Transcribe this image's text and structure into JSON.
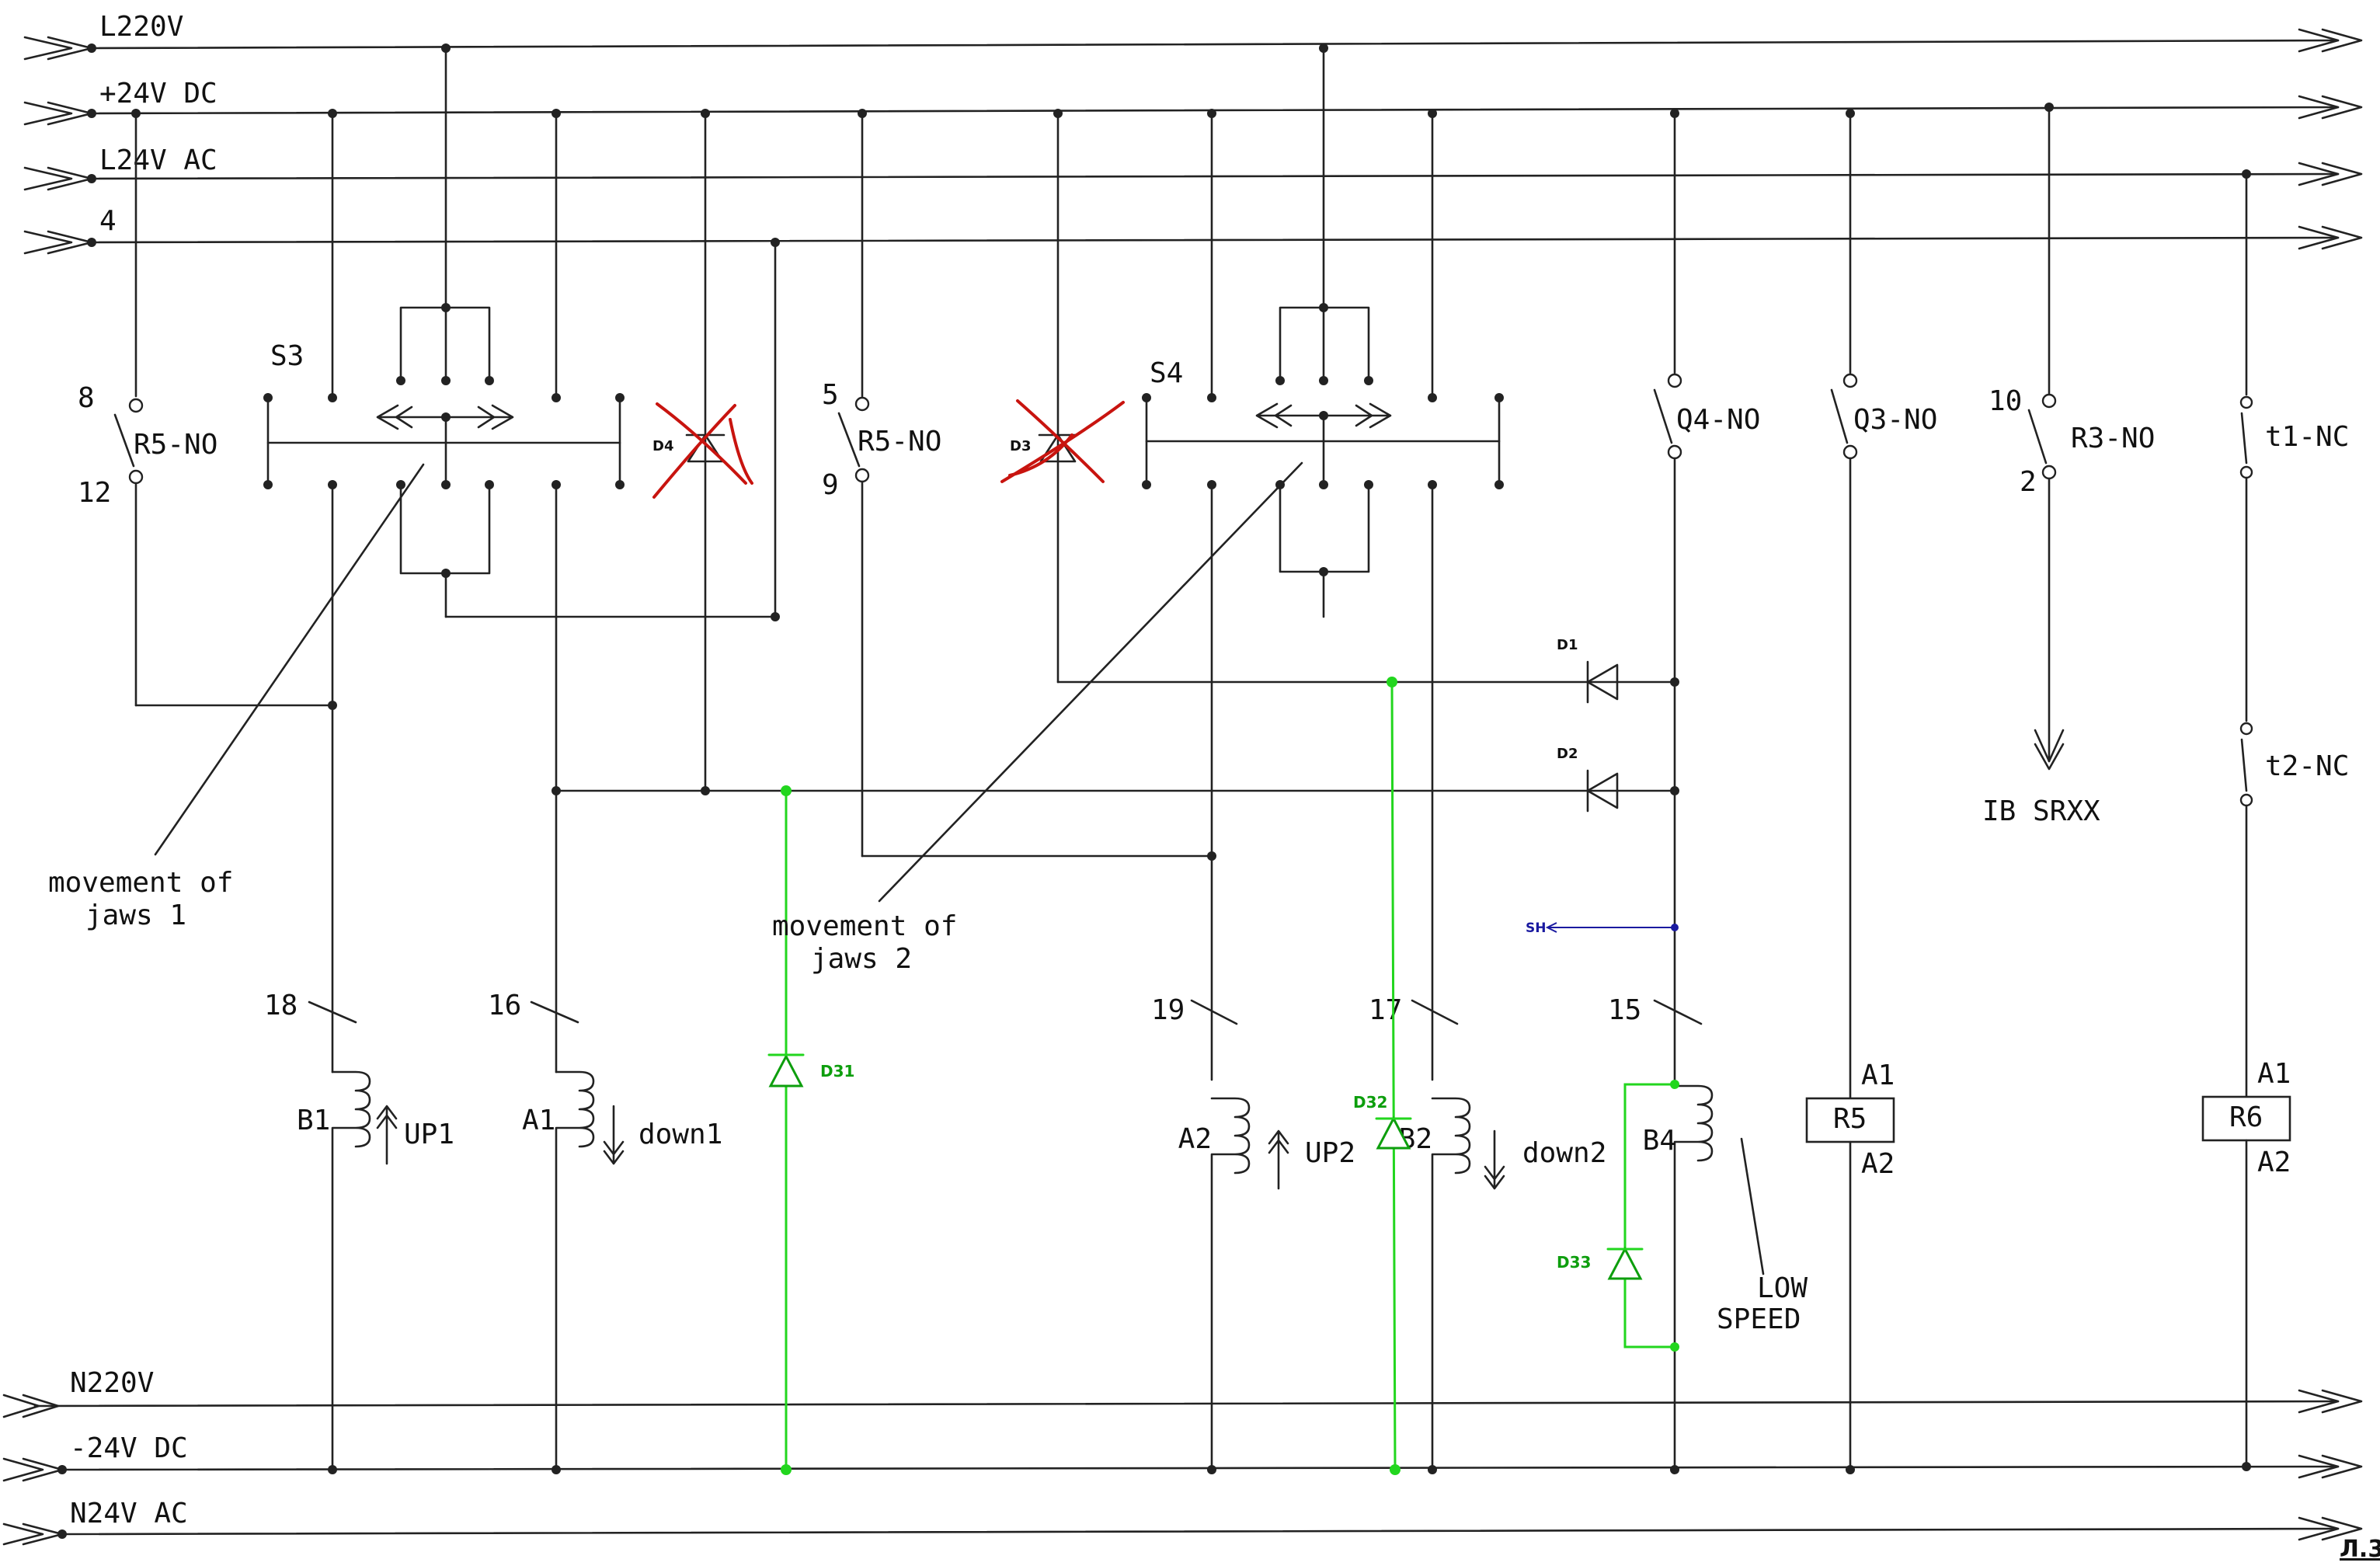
{
  "rails": {
    "l220v": "L220V",
    "p24v_dc": "+24V DC",
    "l24v_ac": "L24V AC",
    "rail4": "4",
    "n220v": "N220V",
    "m24v_dc": "-24V DC",
    "n24v_ac": "N24V AC"
  },
  "switches": {
    "s3": "S3",
    "s4": "S4"
  },
  "contacts": {
    "r5_no_a": "R5-NO",
    "r5_no_a_top": "8",
    "r5_no_a_bottom": "12",
    "r5_no_b": "R5-NO",
    "r5_no_b_top": "5",
    "r5_no_b_bottom": "9",
    "q4_no": "Q4-NO",
    "q3_no": "Q3-NO",
    "r3_no": "R3-NO",
    "r3_no_top": "10",
    "r3_no_bottom": "2",
    "t1_nc": "t1-NC",
    "t2_nc": "t2-NC"
  },
  "diodes": {
    "d1": "D1",
    "d2": "D2",
    "d3": "D3",
    "d4": "D4",
    "d31": "D31",
    "d32": "D32",
    "d33": "D33",
    "sh": "SH"
  },
  "wire_numbers": {
    "w18": "18",
    "w16": "16",
    "w19": "19",
    "w17": "17",
    "w15": "15"
  },
  "coils": {
    "b1": "B1",
    "up1": "UP1",
    "a1": "A1",
    "down1": "down1",
    "a2": "A2",
    "up2": "UP2",
    "b2": "B2",
    "down2": "down2",
    "b4": "B4"
  },
  "relays": {
    "r5": "R5",
    "r5_a1": "A1",
    "r5_a2": "A2",
    "r6": "R6",
    "r6_a1": "A1",
    "r6_a2": "A2"
  },
  "notes": {
    "jaws1_line1": "movement of",
    "jaws1_line2": "jaws 1",
    "jaws2_line1": "movement of",
    "jaws2_line2": "jaws 2",
    "low_line1": "LOW",
    "low_line2": "SPEED",
    "ib_srxx": "IB SRXX",
    "sheet": "Л.3"
  },
  "colors": {
    "wire": "#222222",
    "added_diodes": "#22d61e",
    "removed_mark": "#c8140f",
    "sh_marker": "#1a1aa0"
  }
}
